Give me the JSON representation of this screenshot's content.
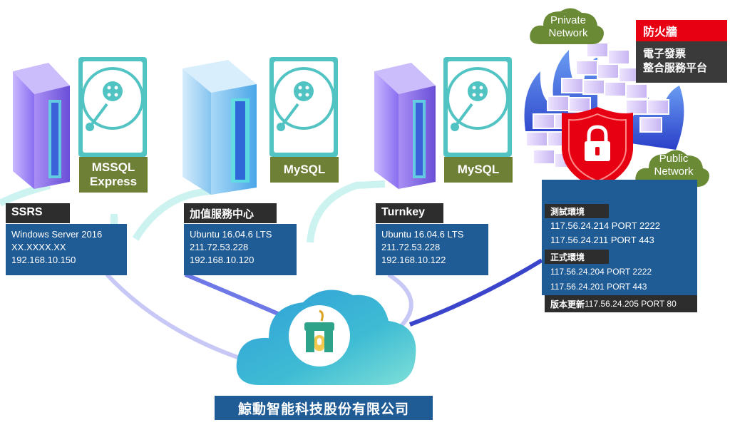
{
  "servers": {
    "ssrs": {
      "name": "SSRS",
      "db_label_line1": "MSSQL",
      "db_label_line2": "Express",
      "lines": [
        "Windows Server 2016",
        "XX.XXXX.XX",
        "192.168.10.150"
      ]
    },
    "value_center": {
      "name": "加值服務中心",
      "db_label": "MySQL",
      "lines": [
        "Ubuntu 16.04.6 LTS",
        "211.72.53.228",
        "192.168.10.120"
      ]
    },
    "turnkey": {
      "name": "Turnkey",
      "db_label": "MySQL",
      "lines": [
        "Ubuntu 16.04.6 LTS",
        "211.72.53.228",
        "192.168.10.122"
      ]
    }
  },
  "firewall": {
    "title": "防火牆",
    "subtitle_line1": "電子發票",
    "subtitle_line2": "整合服務平台",
    "private_line1": "Pnivate",
    "private_line2": "Network",
    "public_line1": "Public",
    "public_line2": "Network",
    "test_env_label": "測試環境",
    "test_lines": [
      "117.56.24.214 PORT 2222",
      "117.56.24.211 PORT 443"
    ],
    "prod_env_label": "正式環境",
    "prod_lines": [
      "117.56.24.204 PORT 2222",
      "117.56.24.201 PORT 443"
    ],
    "update_prefix": "版本更新",
    "update_value": "117.56.24.205 PORT 80"
  },
  "company": {
    "name": "鯨動智能科技股份有限公司"
  },
  "colors": {
    "server_purple": "#7a62e0",
    "server_blue": "#4aa6e8",
    "db_frame": "#52c3c3",
    "info_blue": "#1f5b95",
    "firewall_red": "#e60012",
    "cloud_green": "#6a8a36",
    "logo_green": "#2ea38a"
  },
  "icons": [
    "server-icon",
    "hard-drive-icon",
    "firewall-icon",
    "lock-shield-icon",
    "cloud-icon",
    "company-logo-icon"
  ]
}
